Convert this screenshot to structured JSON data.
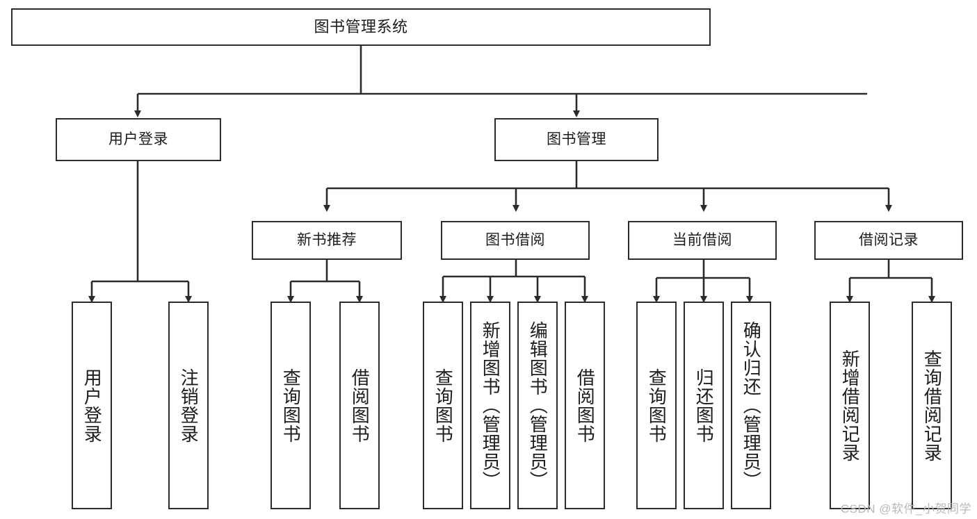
{
  "diagram": {
    "title": "图书管理系统",
    "watermark": "CSDN @软件_小贺同学",
    "line_color": "#2b2b2b",
    "box_fill": "#ffffff",
    "text_color": "#1c1c1c",
    "watermark_color": "#b9b9b9"
  },
  "nodes": {
    "root": {
      "label": "图书管理系统"
    },
    "level2": [
      {
        "label": "用户登录"
      },
      {
        "label": "图书管理"
      }
    ],
    "level3": [
      {
        "label": "新书推荐"
      },
      {
        "label": "图书借阅"
      },
      {
        "label": "当前借阅"
      },
      {
        "label": "借阅记录"
      }
    ],
    "leaves": {
      "user_login": [
        {
          "label": "用户登录"
        },
        {
          "label": "注销登录"
        }
      ],
      "new_book_recommend": [
        {
          "label": "查询图书"
        },
        {
          "label": "借阅图书"
        }
      ],
      "book_borrow": [
        {
          "label": "查询图书"
        },
        {
          "label": "新增图书（管理员）"
        },
        {
          "label": "编辑图书（管理员）"
        },
        {
          "label": "借阅图书"
        }
      ],
      "current_borrow": [
        {
          "label": "查询图书"
        },
        {
          "label": "归还图书"
        },
        {
          "label": "确认归还（管理员）"
        }
      ],
      "borrow_record": [
        {
          "label": "新增借阅记录"
        },
        {
          "label": "查询借阅记录"
        }
      ]
    }
  }
}
